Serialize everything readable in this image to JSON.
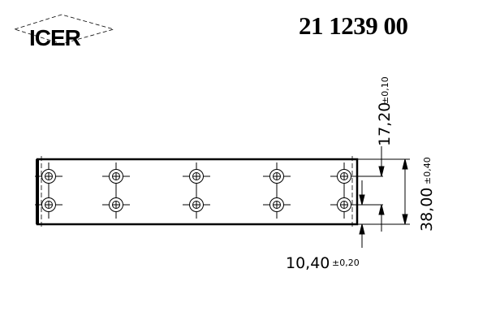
{
  "logo": {
    "text": "ICER"
  },
  "part_number": "21 1239 00",
  "dimensions": {
    "top_offset": {
      "value": "17,20",
      "tolerance": "±0,10"
    },
    "height": {
      "value": "38,00",
      "tolerance": "±0,40"
    },
    "bottom_offset": {
      "value": "10,40",
      "tolerance": "±0,20"
    }
  },
  "holes": {
    "columns": 5,
    "rows": 2
  }
}
